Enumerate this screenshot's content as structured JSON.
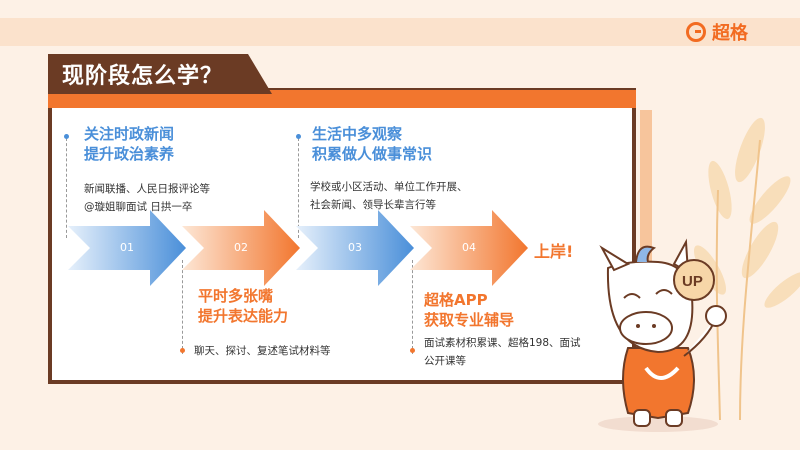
{
  "brand": {
    "name": "超格"
  },
  "title": "现阶段怎么学？",
  "steps": [
    {
      "num": "01",
      "heading": [
        "关注时政新闻",
        "提升政治素养"
      ],
      "desc": [
        "新闻联播、人民日报评论等",
        "@璇姐聊面试 日拱一卒"
      ]
    },
    {
      "num": "02",
      "heading": [
        "平时多张嘴",
        "提升表达能力"
      ],
      "desc": [
        "聊天、探讨、复述笔试材料等"
      ]
    },
    {
      "num": "03",
      "heading": [
        "生活中多观察",
        "积累做人做事常识"
      ],
      "desc": [
        "学校或小区活动、单位工作开展、",
        "社会新闻、领导长辈言行等"
      ]
    },
    {
      "num": "04",
      "heading": [
        "超格APP",
        "获取专业辅导"
      ],
      "desc": [
        "面试素材积累课、超格198、面试",
        "公开课等"
      ]
    }
  ],
  "goal": "上岸!",
  "mascot_badge": "UP",
  "colors": {
    "blue": "#4a8fd9",
    "orange": "#f2762e",
    "brown": "#6b3b24"
  }
}
